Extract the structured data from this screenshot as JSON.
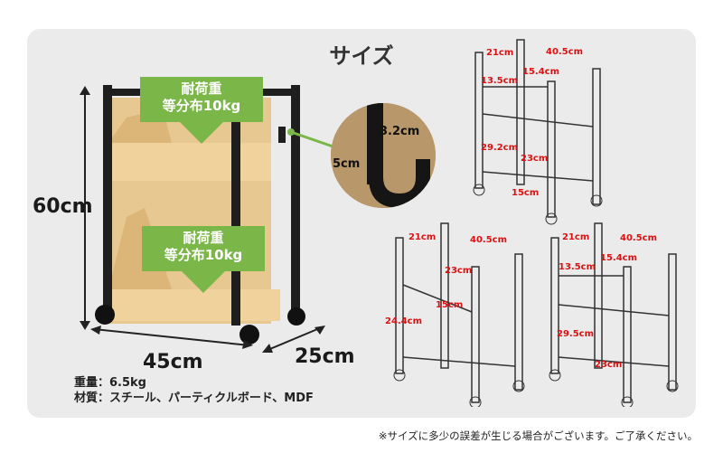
{
  "title": "サイズ",
  "load_badges": [
    {
      "line1": "耐荷重",
      "line2": "等分布10kg"
    },
    {
      "line1": "耐荷重",
      "line2": "等分布10kg"
    }
  ],
  "dimensions": {
    "height": "60cm",
    "width": "45cm",
    "depth": "25cm"
  },
  "hook": {
    "width": "3.2cm",
    "height": "5cm"
  },
  "specs": {
    "weight": "重量：6.5kg",
    "material": "材質：スチール、パーティクルボード、MDF"
  },
  "diagrams": [
    {
      "labels": [
        "21cm",
        "40.5cm",
        "13.5cm",
        "15.4cm",
        "29.2cm",
        "23cm",
        "15cm"
      ]
    },
    {
      "labels": [
        "21cm",
        "40.5cm",
        "23cm",
        "15cm",
        "24.4cm"
      ]
    },
    {
      "labels": [
        "21cm",
        "40.5cm",
        "13.5cm",
        "15.4cm",
        "29.5cm",
        "23cm"
      ]
    }
  ],
  "note": "※サイズに多少の誤差が生じる場合がございます。ご了承ください。",
  "colors": {
    "panel": "#ebebeb",
    "badge": "#7ab648",
    "dimension_red": "#dd1111",
    "wood": "#e6c48e",
    "frame": "#1e1e1e"
  }
}
